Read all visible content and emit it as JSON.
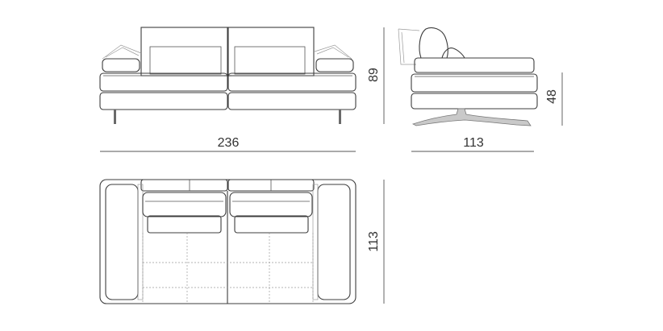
{
  "dimensions": {
    "front_width": "236",
    "front_height": "89",
    "side_depth": "113",
    "side_seat_height": "48",
    "top_depth": "113"
  },
  "views": {
    "front": "sofa-front-view",
    "side": "sofa-side-view",
    "top": "sofa-top-view"
  },
  "colors": {
    "line": "#3d3d3d",
    "base": "#c9c9c9"
  }
}
